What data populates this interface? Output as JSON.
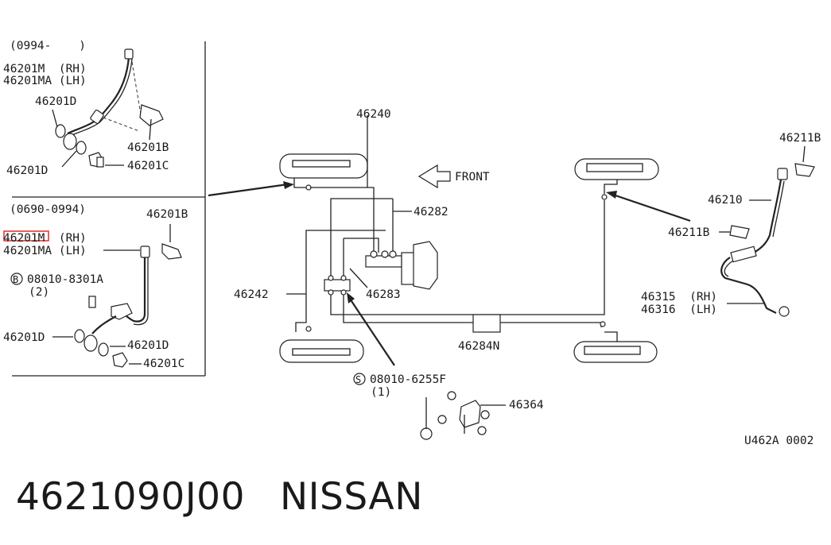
{
  "callouts": {
    "date_range_a": "(0994-    )",
    "rh_m_top": "46201M  (RH)",
    "lh_ma_top": "46201MA (LH)",
    "d_top_a": "46201D",
    "b_top": "46201B",
    "d_top_b": "46201D",
    "c_top": "46201C",
    "date_range_b": "(0690-0994)",
    "b_low": "46201B",
    "rh_m_low": "46201M  (RH)",
    "lh_ma_low": "46201MA (LH)",
    "bolt_b": "08010-8301A",
    "bolt_b_qty": "(2)",
    "d_low_a": "46201D",
    "d_low_b": "46201D",
    "c_low": "46201C",
    "p46240": "46240",
    "front": "FRONT",
    "p46282": "46282",
    "p46242": "46242",
    "p46283": "46283",
    "p46284n": "46284N",
    "bolt_s": "08010-6255F",
    "bolt_s_qty": "(1)",
    "p46364": "46364",
    "p46211b_top": "46211B",
    "p46210": "46210",
    "p46211b_mid": "46211B",
    "p46315": "46315  (RH)",
    "p46316": "46316  (LH)",
    "diagram_code": "U462A 0002",
    "circle_b": "B",
    "circle_s": "S"
  },
  "footer": {
    "part_number": "4621090J00",
    "brand": "NISSAN"
  },
  "highlight": {
    "color": "#e53935",
    "target": "46201M"
  }
}
